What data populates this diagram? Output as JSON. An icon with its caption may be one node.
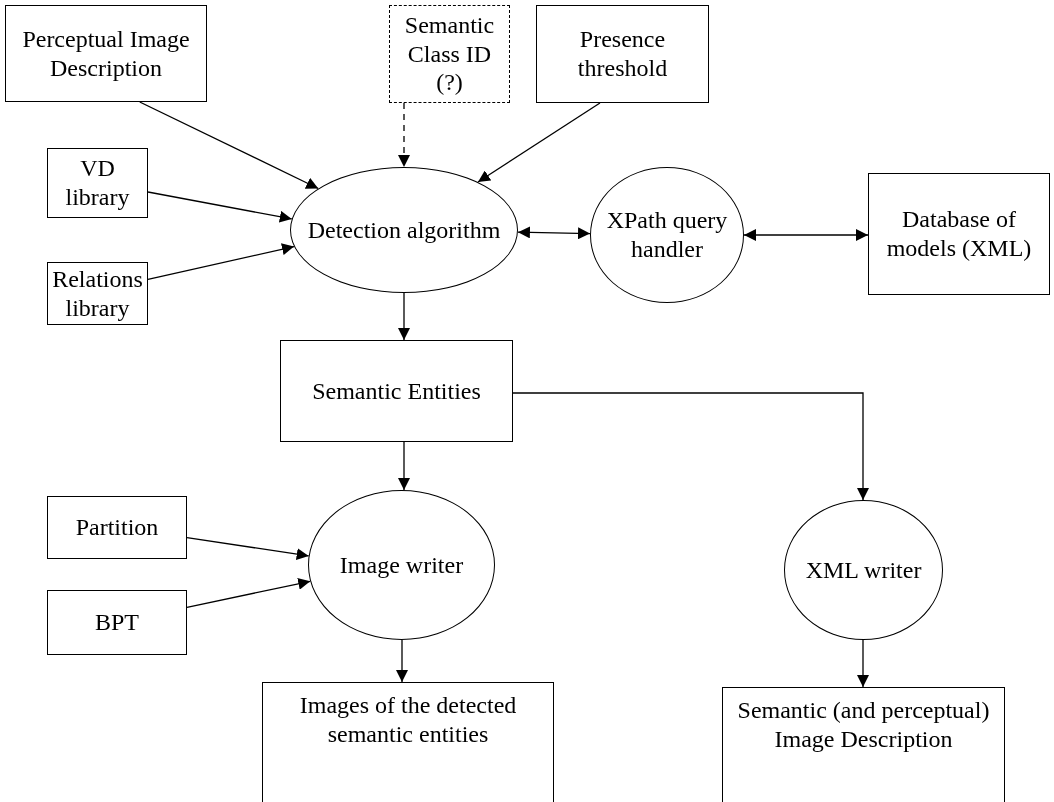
{
  "diagram": {
    "nodes": [
      {
        "text": [
          "Perceptual Image Description"
        ]
      },
      {
        "text": [
          "Semantic Class ID (?)"
        ]
      },
      {
        "text": [
          "Presence threshold"
        ]
      },
      {
        "text": [
          "VD library"
        ]
      },
      {
        "text": [
          "Relations library"
        ]
      },
      {
        "text": [
          "Detection algorithm"
        ]
      },
      {
        "text": [
          "XPath query handler"
        ]
      },
      {
        "text": [
          "Database of models (XML)"
        ]
      },
      {
        "text": [
          "Semantic Entities"
        ]
      },
      {
        "text": [
          "Partition"
        ]
      },
      {
        "text": [
          "BPT"
        ]
      },
      {
        "text": [
          "Image writer"
        ]
      },
      {
        "text": [
          "XML writer"
        ]
      },
      {
        "text": [
          "Images of the detected semantic entities"
        ]
      },
      {
        "text": [
          "Semantic (and perceptual) Image Description"
        ]
      }
    ],
    "edges": [
      {
        "from": 0,
        "to": 5,
        "arrow": "to"
      },
      {
        "from": 1,
        "to": 5,
        "arrow": "to",
        "style": "dashed"
      },
      {
        "from": 2,
        "to": 5,
        "arrow": "to"
      },
      {
        "from": 3,
        "to": 5,
        "arrow": "to"
      },
      {
        "from": 4,
        "to": 5,
        "arrow": "to"
      },
      {
        "from": 5,
        "to": 6,
        "arrow": "both"
      },
      {
        "from": 6,
        "to": 7,
        "arrow": "both"
      },
      {
        "from": 5,
        "to": 8,
        "arrow": "to"
      },
      {
        "from": 8,
        "to": 11,
        "arrow": "to"
      },
      {
        "from": 8,
        "to": 12,
        "arrow": "to"
      },
      {
        "from": 9,
        "to": 11,
        "arrow": "to"
      },
      {
        "from": 10,
        "to": 11,
        "arrow": "to"
      },
      {
        "from": 11,
        "to": 13,
        "arrow": "to"
      },
      {
        "from": 12,
        "to": 14,
        "arrow": "to"
      }
    ]
  }
}
